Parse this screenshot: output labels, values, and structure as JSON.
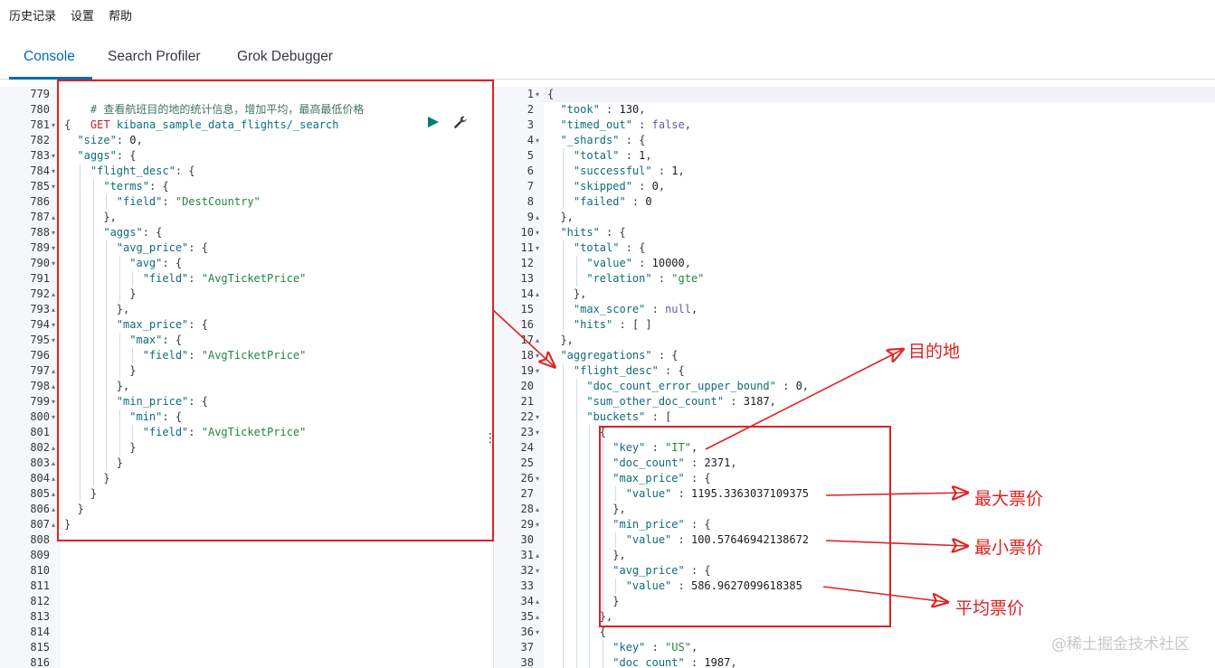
{
  "menu": {
    "history": "历史记录",
    "settings": "设置",
    "help": "帮助"
  },
  "tabs": [
    {
      "label": "Console",
      "active": true
    },
    {
      "label": "Search Profiler",
      "active": false
    },
    {
      "label": "Grok Debugger",
      "active": false
    }
  ],
  "request": {
    "line_numbers": [
      "779",
      "780",
      "781",
      "782",
      "783",
      "784",
      "785",
      "786",
      "787",
      "788",
      "789",
      "790",
      "791",
      "792",
      "793",
      "794",
      "795",
      "796",
      "797",
      "798",
      "799",
      "800",
      "801",
      "802",
      "803",
      "804",
      "805",
      "806",
      "807",
      "808",
      "809",
      "810",
      "811",
      "812",
      "813",
      "814",
      "815",
      "816"
    ],
    "fold_markers": [
      "",
      "",
      "▾",
      "",
      "▾",
      "▾",
      "▾",
      "",
      "▴",
      "▾",
      "▾",
      "▾",
      "",
      "▴",
      "▴",
      "▾",
      "▾",
      "",
      "▴",
      "▴",
      "▾",
      "▾",
      "",
      "▴",
      "▴",
      "▴",
      "▴",
      "▴",
      "▴",
      "",
      "",
      "",
      "",
      "",
      "",
      "",
      "",
      ""
    ],
    "comment": "# 查看航班目的地的统计信息，增加平均，最高最低价格",
    "method": "GET",
    "url": "kibana_sample_data_flights/_search",
    "body_lines": [
      "{",
      "  \"size\": 0,",
      "  \"aggs\": {",
      "    \"flight_desc\": {",
      "      \"terms\": {",
      "        \"field\": \"DestCountry\"",
      "      },",
      "      \"aggs\": {",
      "        \"avg_price\": {",
      "          \"avg\": {",
      "            \"field\": \"AvgTicketPrice\"",
      "          }",
      "        },",
      "        \"max_price\": {",
      "          \"max\": {",
      "            \"field\": \"AvgTicketPrice\"",
      "          }",
      "        },",
      "        \"min_price\": {",
      "          \"min\": {",
      "            \"field\": \"AvgTicketPrice\"",
      "          }",
      "        }",
      "      }",
      "    }",
      "  }",
      "}"
    ]
  },
  "response": {
    "line_numbers": [
      "1",
      "2",
      "3",
      "4",
      "5",
      "6",
      "7",
      "8",
      "9",
      "10",
      "11",
      "12",
      "13",
      "14",
      "15",
      "16",
      "17",
      "18",
      "19",
      "20",
      "21",
      "22",
      "23",
      "24",
      "25",
      "26",
      "27",
      "28",
      "29",
      "30",
      "31",
      "32",
      "33",
      "34",
      "35",
      "36",
      "37",
      "38"
    ],
    "fold_markers": [
      "▾",
      "",
      "",
      "▾",
      "",
      "",
      "",
      "",
      "▴",
      "▾",
      "▾",
      "",
      "",
      "▴",
      "",
      "",
      "▴",
      "▾",
      "▾",
      "",
      "",
      "▾",
      "▾",
      "",
      "",
      "▾",
      "",
      "▴",
      "▾",
      "",
      "▴",
      "▾",
      "",
      "▴",
      "▴",
      "▾",
      "",
      ""
    ],
    "lines": [
      "{",
      "  \"took\" : 130,",
      "  \"timed_out\" : false,",
      "  \"_shards\" : {",
      "    \"total\" : 1,",
      "    \"successful\" : 1,",
      "    \"skipped\" : 0,",
      "    \"failed\" : 0",
      "  },",
      "  \"hits\" : {",
      "    \"total\" : {",
      "      \"value\" : 10000,",
      "      \"relation\" : \"gte\"",
      "    },",
      "    \"max_score\" : null,",
      "    \"hits\" : [ ]",
      "  },",
      "  \"aggregations\" : {",
      "    \"flight_desc\" : {",
      "      \"doc_count_error_upper_bound\" : 0,",
      "      \"sum_other_doc_count\" : 3187,",
      "      \"buckets\" : [",
      "        {",
      "          \"key\" : \"IT\",",
      "          \"doc_count\" : 2371,",
      "          \"max_price\" : {",
      "            \"value\" : 1195.3363037109375",
      "          },",
      "          \"min_price\" : {",
      "            \"value\" : 100.57646942138672",
      "          },",
      "          \"avg_price\" : {",
      "            \"value\" : 586.9627099618385",
      "          }",
      "        },",
      "        {",
      "          \"key\" : \"US\",",
      "          \"doc_count\" : 1987,"
    ]
  },
  "annotations": {
    "destination": "目的地",
    "max_price": "最大票价",
    "min_price": "最小票价",
    "avg_price": "平均票价",
    "color": "#e02020"
  },
  "watermark": "@稀土掘金技术社区",
  "colors": {
    "accent": "#006bb4",
    "gutter": "#f5f7fa",
    "annotation": "#e02020"
  }
}
